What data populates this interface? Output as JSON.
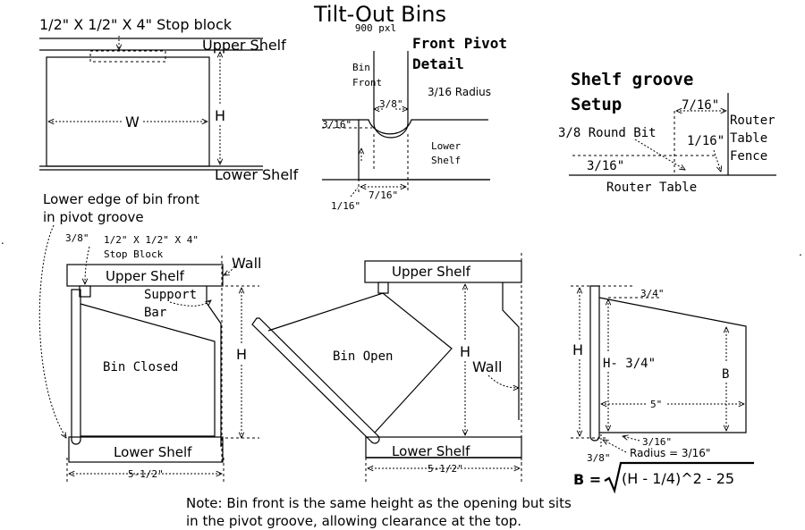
{
  "title": "Tilt-Out Bins",
  "subtitle": "900 pxl",
  "top_left": {
    "stop_block": "1/2\" X 1/2\" X 4\" Stop block",
    "upper_shelf": "Upper Shelf",
    "lower_shelf": "Lower Shelf",
    "w": "W",
    "h": "H",
    "lower_edge_1": "Lower edge of bin front",
    "lower_edge_2": "in pivot groove"
  },
  "pivot": {
    "title_1": "Front Pivot",
    "title_2": "Detail",
    "bin": "Bin",
    "front": "Front",
    "d38": "3/8\"",
    "radius": "3/16 Radius",
    "d316": "3/16\"",
    "lower": "Lower",
    "shelf": "Shelf",
    "d716": "7/16\"",
    "d116": "1/16\""
  },
  "groove": {
    "title_1": "Shelf groove",
    "title_2": "Setup",
    "d716": "7/16\"",
    "router": "Router",
    "table": "Table",
    "fence": "Fence",
    "round_bit": "3/8 Round Bit",
    "d116": "1/16\"",
    "d316": "3/16\"",
    "router_table": "Router Table"
  },
  "closed": {
    "d38": "3/8\"",
    "stop_1": "1/2\" X 1/2\" X 4\"",
    "stop_2": "Stop Block",
    "upper_shelf": "Upper Shelf",
    "wall": "Wall",
    "support_1": "Support",
    "support_2": "Bar",
    "bin_closed": "Bin Closed",
    "h": "H",
    "lower_shelf": "Lower Shelf",
    "width": "5-1/2\""
  },
  "open": {
    "upper_shelf": "Upper Shelf",
    "bin_open": "Bin Open",
    "h": "H",
    "wall": "Wall",
    "lower_shelf": "Lower Shelf",
    "width": "5-1/2\""
  },
  "side": {
    "d34": "3/4\"",
    "h": "H",
    "h_minus": "H- 3/4\"",
    "b": "B",
    "d5": "5\"",
    "d316": "3/16\"",
    "d38": "3/8\"",
    "radius": "Radius = 3/16\""
  },
  "formula": {
    "lhs": "B =",
    "expr": "(H - 1/4)^2 - 25"
  },
  "note": {
    "line1": "Note: Bin front is the same height as the opening but sits",
    "line2": "in the pivot groove, allowing clearance at the top."
  }
}
